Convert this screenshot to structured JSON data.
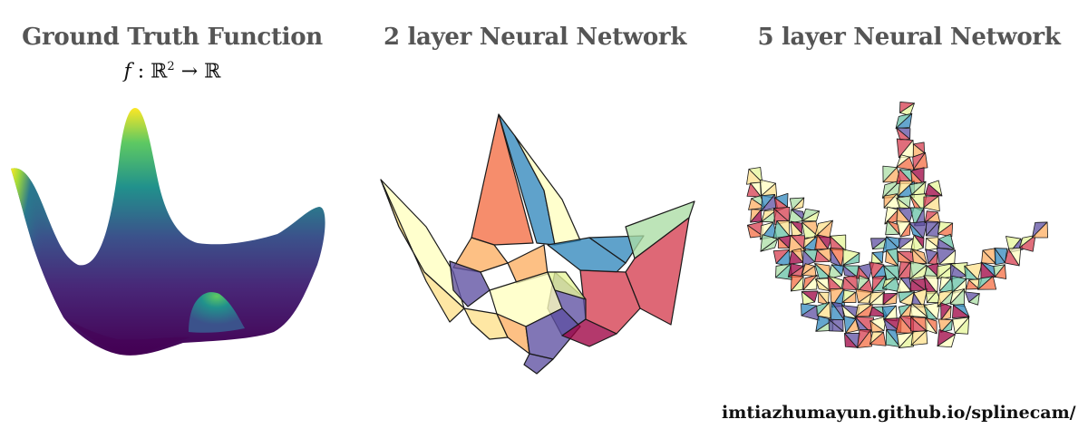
{
  "panels": [
    {
      "title": "Ground Truth Function"
    },
    {
      "title": "2 layer Neural Network"
    },
    {
      "title": "5 layer Neural Network"
    }
  ],
  "formula": {
    "f": "f",
    "colon": " : ",
    "domain": "ℝ",
    "exp": "2",
    "arrow": " → ",
    "codomain": "ℝ"
  },
  "footer": {
    "url": "imtiazhumayun.github.io/splinecam/"
  },
  "colors": {
    "viridis": [
      "#440154",
      "#3b528b",
      "#21918c",
      "#5ec962",
      "#fde725"
    ],
    "spectral_palette": [
      "#9e0142",
      "#d53e4f",
      "#f46d43",
      "#fdae61",
      "#fee08b",
      "#ffffbf",
      "#e6f598",
      "#abdda4",
      "#66c2a5",
      "#3288bd",
      "#5e4fa2"
    ]
  }
}
